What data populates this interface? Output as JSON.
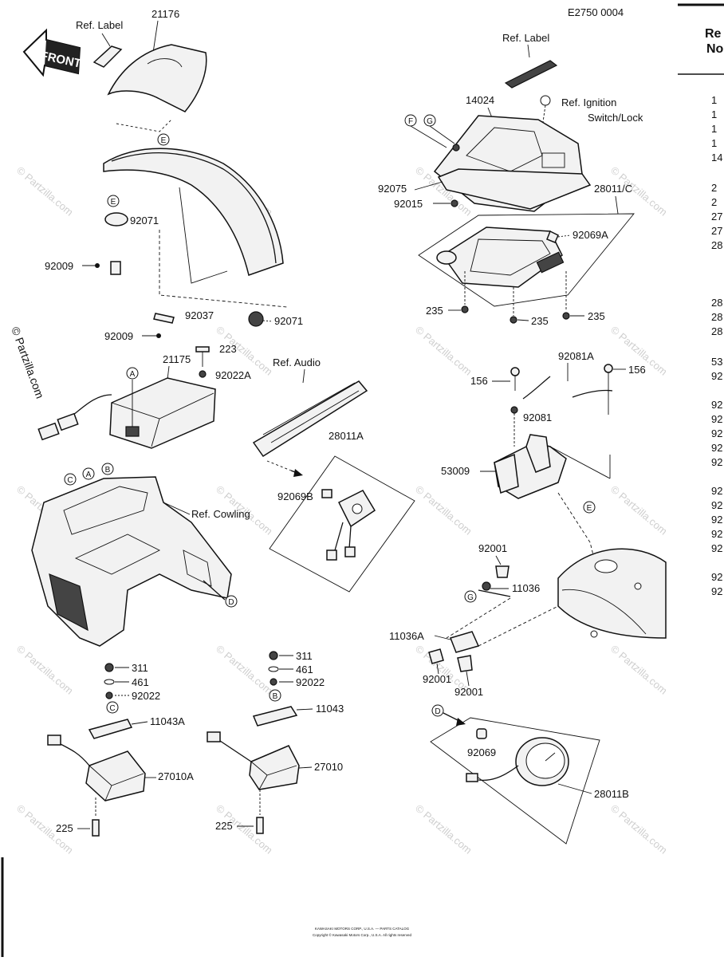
{
  "diagram_code": "E2750 0004",
  "header_col": {
    "line1": "Re",
    "line2": "No"
  },
  "ref_labels": {
    "label_left": "Ref. Label",
    "label_right": "Ref. Label",
    "ignition": "Ref. Ignition",
    "switch_lock": "Switch/Lock",
    "audio": "Ref. Audio",
    "cowling": "Ref. Cowling"
  },
  "front_badge": "FRONT",
  "watermark": "© Partzilla.com",
  "parts": {
    "p21176": "21176",
    "p92071a": "92071",
    "p92009a": "92009",
    "p92037": "92037",
    "p92071b": "92071",
    "p92009b": "92009",
    "p21175": "21175",
    "p223": "223",
    "p92022a": "92022A",
    "p28011a": "28011A",
    "p92069b": "92069B",
    "p311a": "311",
    "p461a": "461",
    "p92022b": "92022",
    "p11043a": "11043A",
    "p27010a": "27010A",
    "p225a": "225",
    "p311b": "311",
    "p461b": "461",
    "p92022c": "92022",
    "p11043": "11043",
    "p27010": "27010",
    "p225b": "225",
    "p14024": "14024",
    "p92075": "92075",
    "p92015": "92015",
    "p28011c": "28011/C",
    "p92069a": "92069A",
    "p235a": "235",
    "p235b": "235",
    "p235c": "235",
    "p92081a": "92081A",
    "p156a": "156",
    "p156b": "156",
    "p92081": "92081",
    "p53009": "53009",
    "p92001a": "92001",
    "p11036": "11036",
    "p11036a": "11036A",
    "p92001b": "92001",
    "p92001c": "92001",
    "p92069": "92069",
    "p28011b": "28011B"
  },
  "callouts": {
    "A": "A",
    "B": "B",
    "C": "C",
    "D": "D",
    "E": "E",
    "F": "F",
    "G": "G"
  },
  "side_list": [
    "1",
    "1",
    "1",
    "1",
    "14",
    "2",
    "2",
    "27",
    "27",
    "28",
    "28",
    "28",
    "28",
    "53",
    "92",
    "92",
    "92",
    "92",
    "92",
    "92",
    "92",
    "92",
    "92",
    "92",
    "92",
    "92",
    "92"
  ],
  "footer_lines": [
    "KAWASAKI MOTORS CORP., U.S.A. — PARTS CATALOG",
    "Copyright © Kawasaki Motors Corp., U.S.A. All rights reserved"
  ]
}
